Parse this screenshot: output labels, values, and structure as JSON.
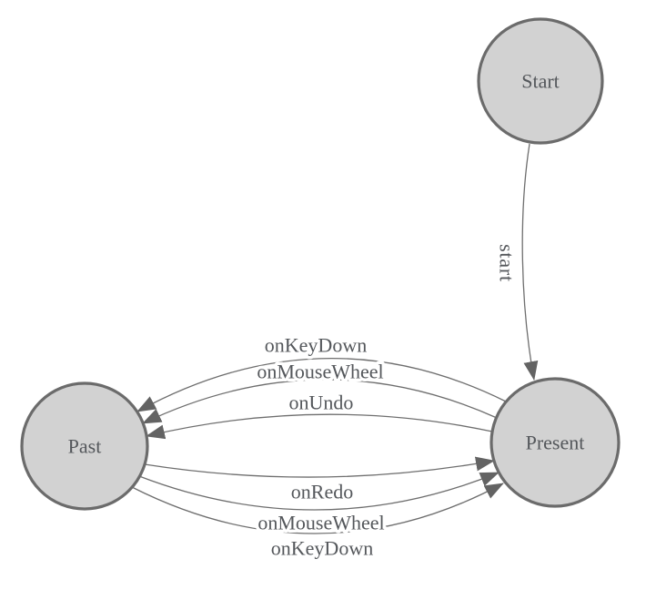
{
  "diagram": {
    "type": "state-machine",
    "nodes": [
      {
        "id": "start",
        "label": "Start"
      },
      {
        "id": "present",
        "label": "Present"
      },
      {
        "id": "past",
        "label": "Past"
      }
    ],
    "edges": [
      {
        "from": "start",
        "to": "present",
        "label": "start"
      },
      {
        "from": "present",
        "to": "past",
        "label": "onKeyDown"
      },
      {
        "from": "present",
        "to": "past",
        "label": "onMouseWheel"
      },
      {
        "from": "present",
        "to": "past",
        "label": "onUndo"
      },
      {
        "from": "past",
        "to": "present",
        "label": "onRedo"
      },
      {
        "from": "past",
        "to": "present",
        "label": "onMouseWheel"
      },
      {
        "from": "past",
        "to": "present",
        "label": "onKeyDown"
      }
    ],
    "colors": {
      "node_fill": "#d2d2d2",
      "node_stroke": "#6b6b6b",
      "edge_stroke": "#6e6e6e",
      "arrow_fill": "#636363",
      "label_text": "#54575b",
      "background": "#ffffff"
    }
  }
}
